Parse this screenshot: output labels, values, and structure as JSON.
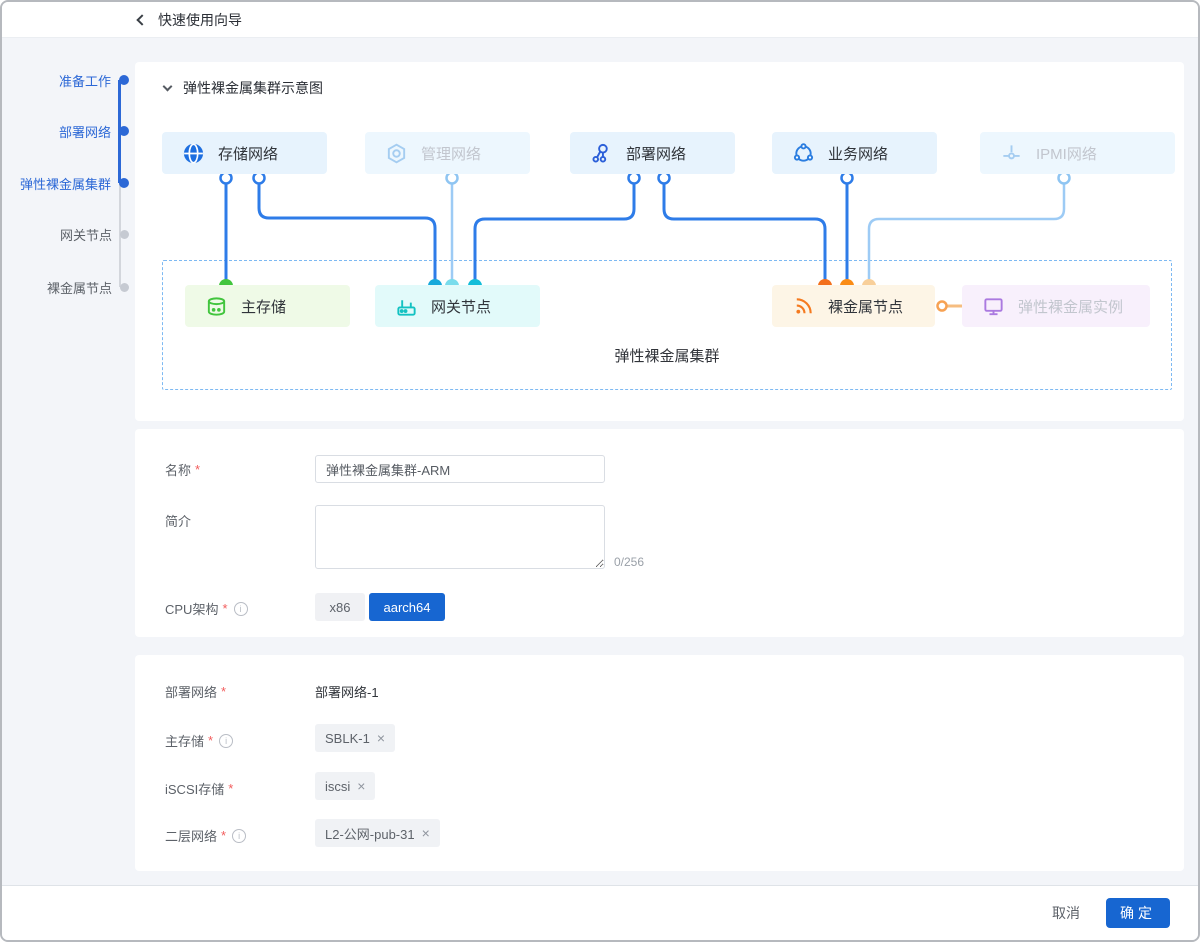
{
  "colors": {
    "primary_blue": "#1766d1",
    "step_blue": "#2c68d6",
    "connector_blue": "#2e7ce8",
    "connector_light_blue": "#9dcbf5",
    "node_blue_bg": "#e7f3fd",
    "storage_green": "#42c53e",
    "gateway_cyan": "#13c2c2",
    "baremetal_orange": "#fa8c16",
    "instance_purple": "#ab7ae0",
    "required_red": "#f25c5c"
  },
  "header": {
    "title": "快速使用向导"
  },
  "stepper": {
    "steps": [
      {
        "label": "准备工作",
        "state": "active"
      },
      {
        "label": "部署网络",
        "state": "active"
      },
      {
        "label": "弹性裸金属集群",
        "state": "active"
      },
      {
        "label": "网关节点",
        "state": "pending"
      },
      {
        "label": "裸金属节点",
        "state": "pending"
      }
    ]
  },
  "diagram": {
    "section_title": "弹性裸金属集群示意图",
    "cluster_label": "弹性裸金属集群",
    "top_nodes": [
      {
        "label": "存储网络",
        "state": "active"
      },
      {
        "label": "管理网络",
        "state": "disabled"
      },
      {
        "label": "部署网络",
        "state": "active"
      },
      {
        "label": "业务网络",
        "state": "active"
      },
      {
        "label": "IPMI网络",
        "state": "disabled"
      }
    ],
    "bottom_nodes": [
      {
        "label": "主存储"
      },
      {
        "label": "网关节点"
      },
      {
        "label": "裸金属节点"
      },
      {
        "label": "弹性裸金属实例"
      }
    ]
  },
  "form_basic": {
    "name_label": "名称",
    "name_value": "弹性裸金属集群-ARM",
    "desc_label": "简介",
    "desc_counter": "0/256",
    "cpu_label": "CPU架构",
    "cpu_x86": "x86",
    "cpu_aarch64": "aarch64"
  },
  "form_network": {
    "deploy_label": "部署网络",
    "deploy_value": "部署网络-1",
    "primary_label": "主存储",
    "primary_tag": "SBLK-1",
    "iscsi_label": "iSCSI存储",
    "iscsi_tag": "iscsi",
    "l2_label": "二层网络",
    "l2_tag": "L2-公网-pub-31"
  },
  "ui": {
    "required_mark": "*",
    "close_glyph": "×",
    "info_glyph": "i"
  },
  "footer": {
    "cancel": "取消",
    "confirm": "确定"
  }
}
